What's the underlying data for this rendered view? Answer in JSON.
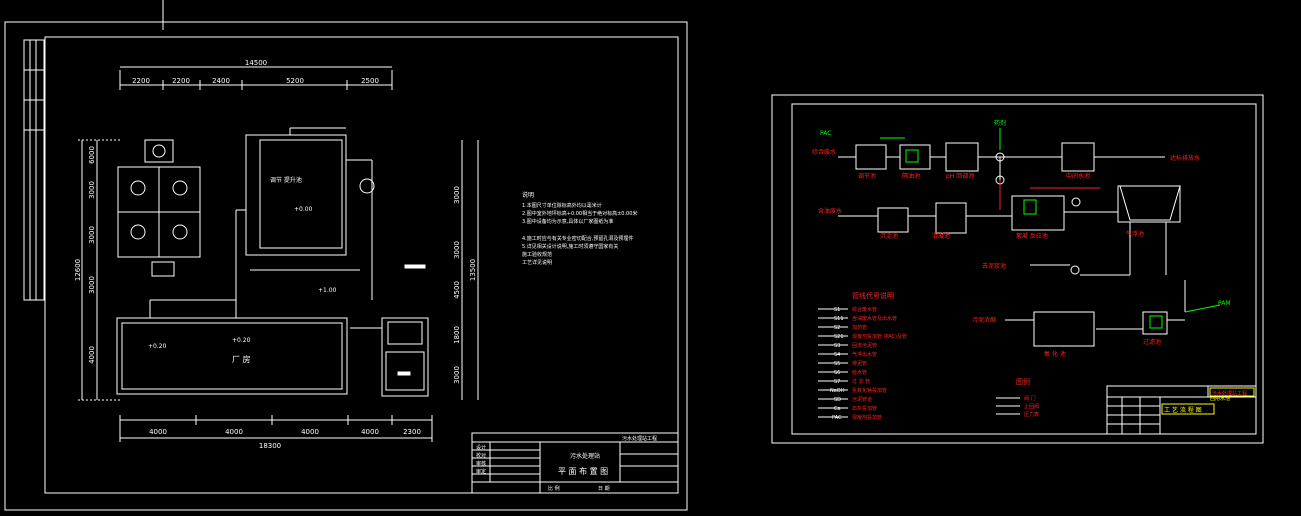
{
  "colors": {
    "background": "#000000",
    "line": "#ffffff",
    "text": "#ffffff",
    "accent_green": "#00ff00",
    "accent_red": "#ff2020",
    "accent_yellow": "#ffff00"
  },
  "left_sheet": {
    "top_dims": {
      "overall": "14500",
      "segments": [
        "2200",
        "2200",
        "2400",
        "5200",
        "2500"
      ]
    },
    "bottom_dims": {
      "segments": [
        "4000",
        "4000",
        "4000",
        "4000",
        "2300"
      ],
      "overall": "18300"
    },
    "left_dims": {
      "overall": "12600",
      "segments": [
        "6000",
        "3000",
        "3000",
        "3000",
        "4000"
      ]
    },
    "right_dims": {
      "overall": "13500",
      "segments": [
        "3000",
        "3000",
        "4500",
        "1800",
        "3000"
      ]
    },
    "room_label": "厂 房",
    "elevation_labels": [
      "+0.20",
      "+0.20",
      "+0.00",
      "+1.00"
    ],
    "tank_label": "调节 提升池",
    "notes_title": "说明",
    "notes": [
      "1.本图尺寸单位除标高外均以毫米计",
      "2.图中室外地坪标高+0.00相当于绝对标高±0.00米",
      "3.图中设备均为示意,具体以厂家图纸为准",
      "4.施工时应与有关专业密切配合,预留孔洞及预埋件",
      "5.详见相关设计说明,施工时须遵守国家有关",
      "施工验收规范",
      "工艺详见说明"
    ],
    "title_block": {
      "project": "污水处理站工程",
      "drawing_title": "平 面 布 置 图",
      "subtitle": "污水处理站",
      "rows": [
        "设计",
        "校对",
        "审核",
        "审定"
      ],
      "footer": [
        "比 例",
        "日 期"
      ]
    }
  },
  "right_sheet": {
    "inputs": [
      "综合废水",
      "含油废水",
      "去泥浆池"
    ],
    "chemicals": [
      "PAC",
      "药剂",
      "PAM"
    ],
    "units": [
      "调节池",
      "隔油池",
      "沉淀池",
      "pH 回调池",
      "絮凝 反应池",
      "混凝池",
      "气浮池",
      "中间水池",
      "氧 化 池",
      "过滤池",
      "污泥浓缩"
    ],
    "outputs": [
      "达标排放水",
      "回用水池"
    ],
    "legend_title": "管线代号说明",
    "legend": [
      {
        "code": "S1",
        "desc": "综合废水管"
      },
      {
        "code": "S11",
        "desc": "含油废水管及出水管"
      },
      {
        "code": "S2",
        "desc": "加药管"
      },
      {
        "code": "S21",
        "desc": "混凝剂投加管 (PAC)及管"
      },
      {
        "code": "S3",
        "desc": "回流污泥管"
      },
      {
        "code": "S4",
        "desc": "气浮出水管"
      },
      {
        "code": "S5",
        "desc": "排泥管"
      },
      {
        "code": "S6",
        "desc": "给水管"
      },
      {
        "code": "S7",
        "desc": "过 滤 管"
      },
      {
        "code": "NaOH",
        "desc": "氢氧化钠投加管"
      },
      {
        "code": "SD",
        "desc": "污泥管道"
      },
      {
        "code": "Ca",
        "desc": "石灰投加管"
      },
      {
        "code": "PAC",
        "desc": "混凝剂投加管"
      }
    ],
    "symbols_title": "图例",
    "symbols": [
      "阀 门",
      "止回阀",
      "压力表"
    ],
    "title_block": {
      "project": "污水处理站工程",
      "drawing_title": "工 艺 流 程 图"
    }
  }
}
